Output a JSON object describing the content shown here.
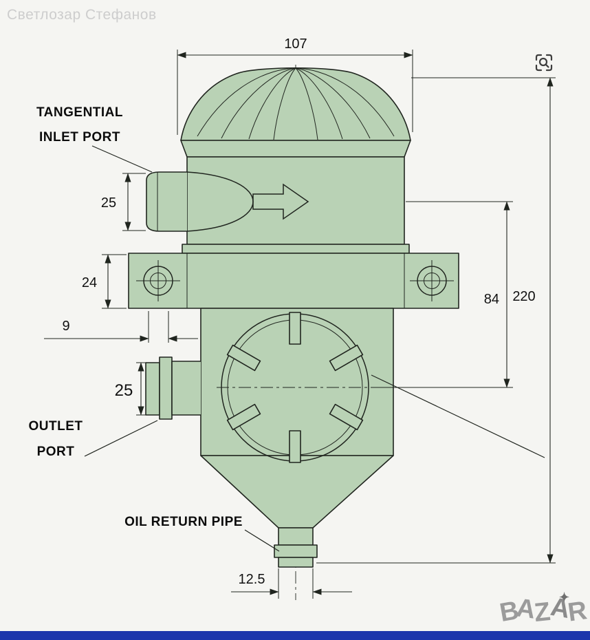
{
  "watermark": "Светлозар Стефанов",
  "part_labels": {
    "inlet": {
      "line1": "TANGENTIAL",
      "line2": "INLET PORT"
    },
    "outlet": {
      "line1": "OUTLET",
      "line2": "PORT"
    },
    "oil_return": "OIL RETURN PIPE"
  },
  "dimensions": {
    "top_width": "107",
    "inlet_port_od": "25",
    "flange_thickness": "24",
    "bolt_inset": "9",
    "inlet_to_window_center": "84",
    "overall_height": "220",
    "outlet_port_od": "25",
    "return_pipe_od": "12.5"
  },
  "logo": {
    "letters": [
      "B",
      "A",
      "Z",
      "A",
      "R"
    ],
    "star": "✦"
  },
  "colors": {
    "part_fill": "#b9d2b5",
    "line": "#20251f",
    "dim_text": "#111111",
    "background": "#f5f5f2",
    "bottom_bar": "#1c35ac",
    "watermark": "#cdcdcd",
    "logo": "#9b9b9b"
  }
}
